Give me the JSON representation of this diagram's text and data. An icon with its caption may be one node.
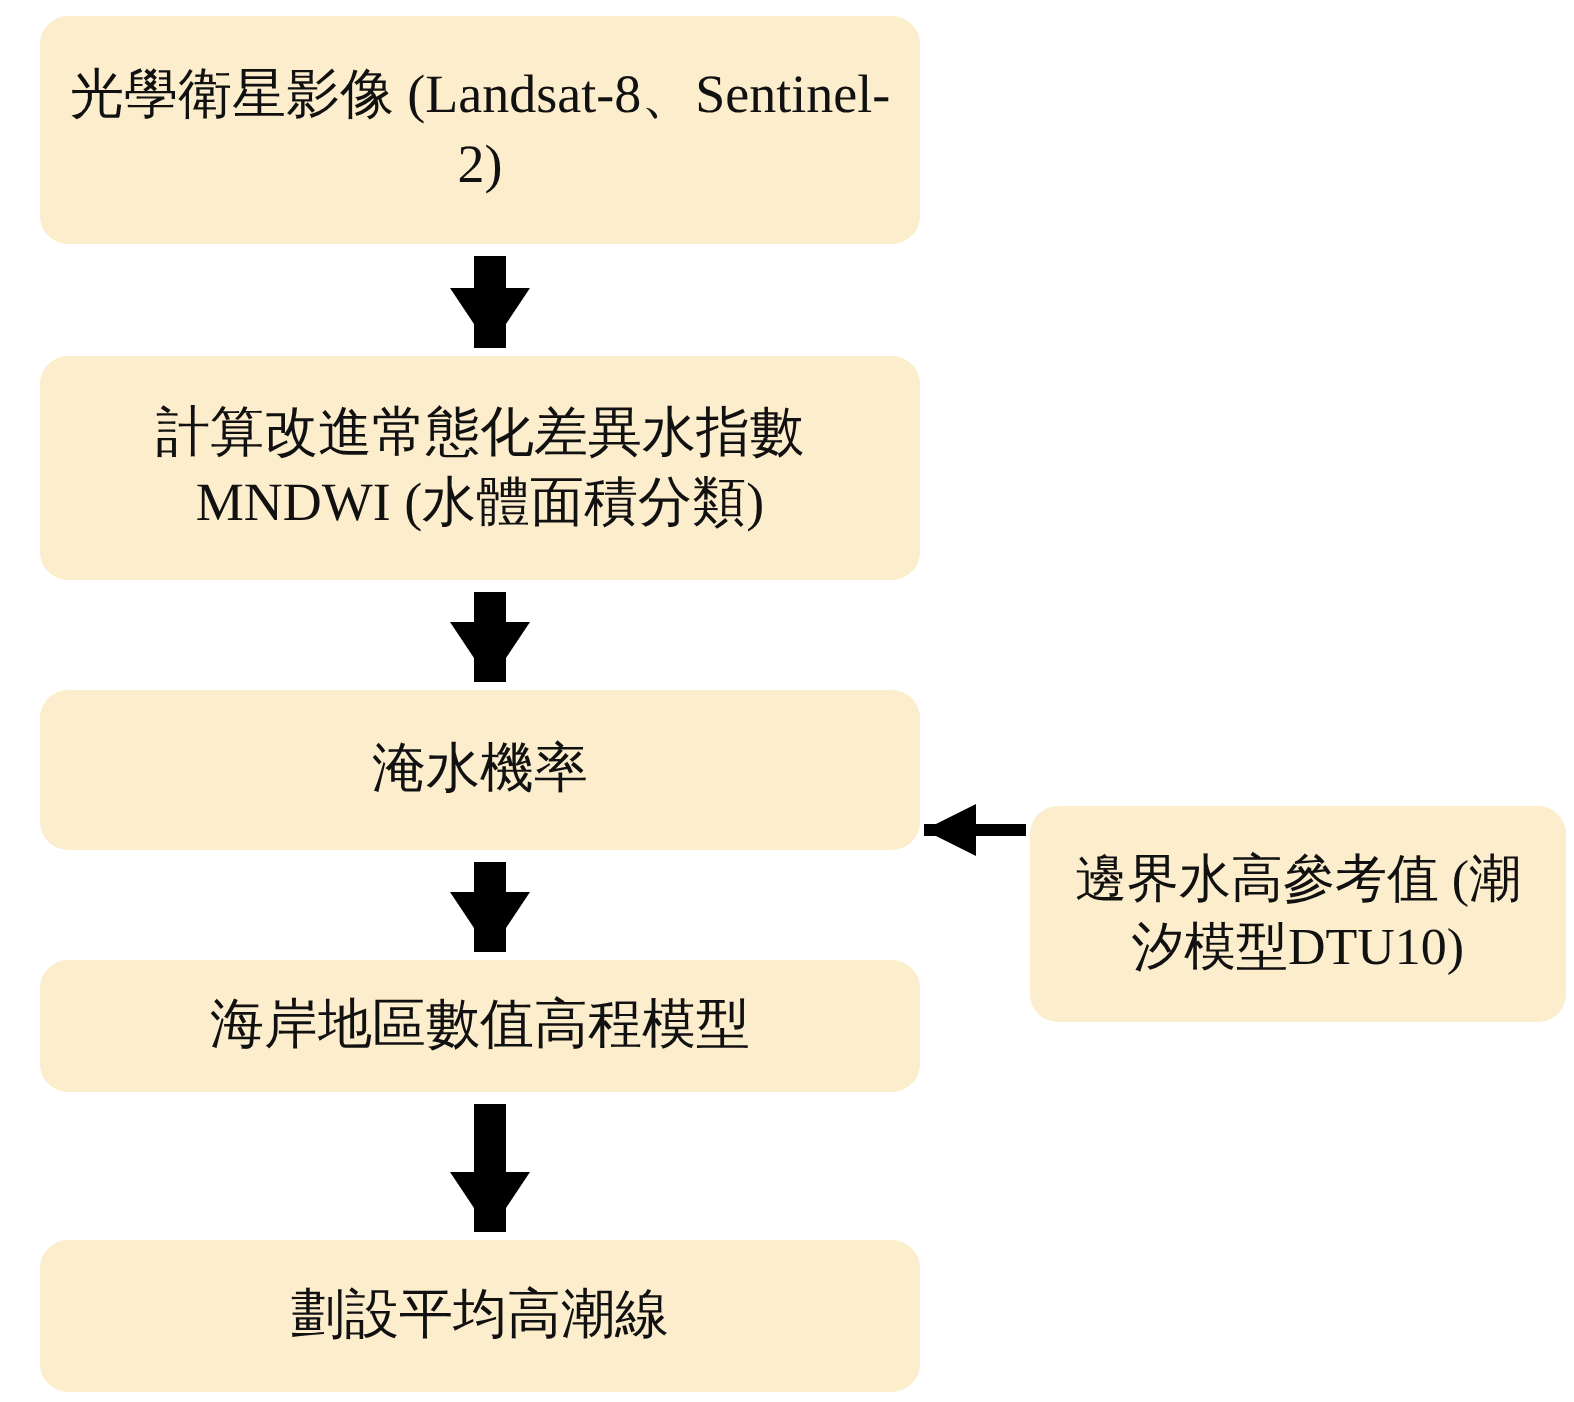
{
  "diagram": {
    "nodes": [
      {
        "text": [
          "光學衛星影像 (Landsat-8、Sentinel-2)"
        ]
      },
      {
        "text": [
          "計算改進常態化差異水指數 MNDWI (水體面積分類)"
        ]
      },
      {
        "text": [
          "淹水機率"
        ]
      },
      {
        "text": [
          "海岸地區數值高程模型"
        ]
      },
      {
        "text": [
          "劃設平均高潮線"
        ]
      },
      {
        "text": [
          "邊界水高參考值 (潮汐模型DTU10)"
        ]
      }
    ],
    "edges": [
      {
        "from": 0,
        "to": 1,
        "arrow": "to"
      },
      {
        "from": 1,
        "to": 2,
        "arrow": "to"
      },
      {
        "from": 2,
        "to": 3,
        "arrow": "to"
      },
      {
        "from": 3,
        "to": 4,
        "arrow": "to"
      },
      {
        "from": 5,
        "to": 2,
        "arrow": "to"
      }
    ]
  }
}
